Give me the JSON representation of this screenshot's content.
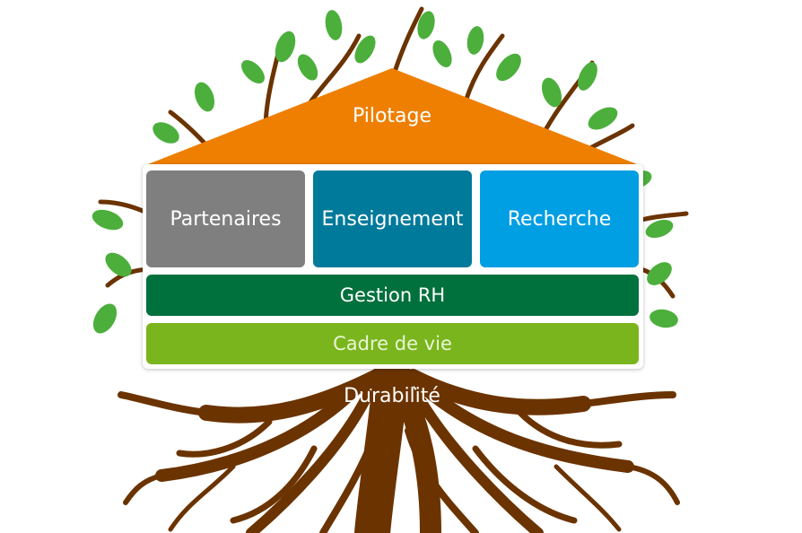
{
  "roof": {
    "label": "Pilotage",
    "color": "#ee7f00"
  },
  "pillars": [
    {
      "label": "Partenaires",
      "color": "#7f7f7f"
    },
    {
      "label": "Enseignement",
      "color": "#007a9b"
    },
    {
      "label": "Recherche",
      "color": "#009ee3"
    }
  ],
  "band_rh": {
    "label": "Gestion RH",
    "color": "#00703c"
  },
  "band_vie": {
    "label": "Cadre de vie",
    "color": "#7ab51d"
  },
  "roots": {
    "label": "Durabilité",
    "color": "#6b3300"
  },
  "leaf_color": "#4caf3c"
}
